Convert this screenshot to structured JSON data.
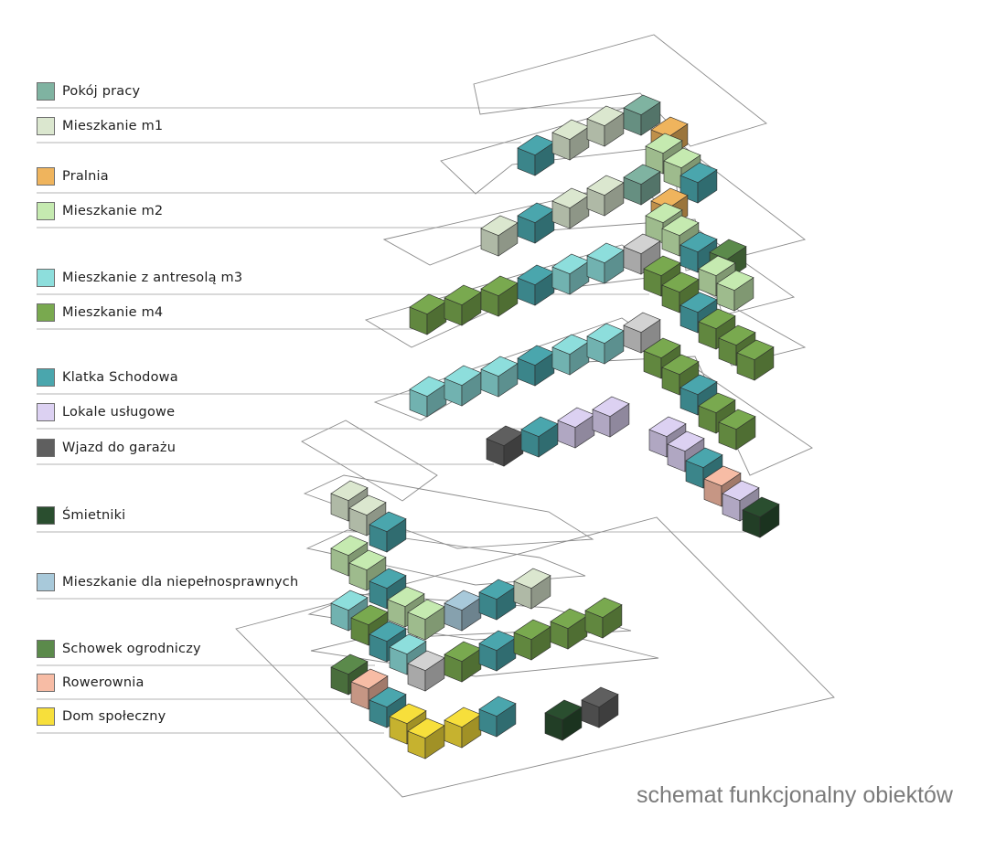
{
  "legend": [
    {
      "label": "Pokój pracy",
      "color": "#7fb3a1"
    },
    {
      "label": "Mieszkanie m1",
      "color": "#dbe7cf"
    },
    {
      "label": "Pralnia",
      "color": "#efb45d"
    },
    {
      "label": "Mieszkanie m2",
      "color": "#c5eab0"
    },
    {
      "label": "Mieszkanie z antresolą m3",
      "color": "#8ddedc"
    },
    {
      "label": "Mieszkanie m4",
      "color": "#79a94f"
    },
    {
      "label": "Klatka Schodowa",
      "color": "#4aa6ad"
    },
    {
      "label": "Lokale usługowe",
      "color": "#dcd1f2"
    },
    {
      "label": "Wjazd do garażu",
      "color": "#5f5f5f"
    },
    {
      "label": "Śmietniki",
      "color": "#2a4e2f"
    },
    {
      "label": "Mieszkanie dla niepełnosprawnych",
      "color": "#a8c9da"
    },
    {
      "label": "Schowek ogrodniczy",
      "color": "#5b8a4b"
    },
    {
      "label": "Rowerownia",
      "color": "#f7bca5"
    },
    {
      "label": "Dom społeczny",
      "color": "#f7df3b"
    }
  ],
  "caption": "schemat funkcjonalny obiektów",
  "extra_colors": {
    "gray_box": "#d2d2d2",
    "leader_line": "#9a9a9a",
    "slab_outline": "#8a8a8a"
  }
}
